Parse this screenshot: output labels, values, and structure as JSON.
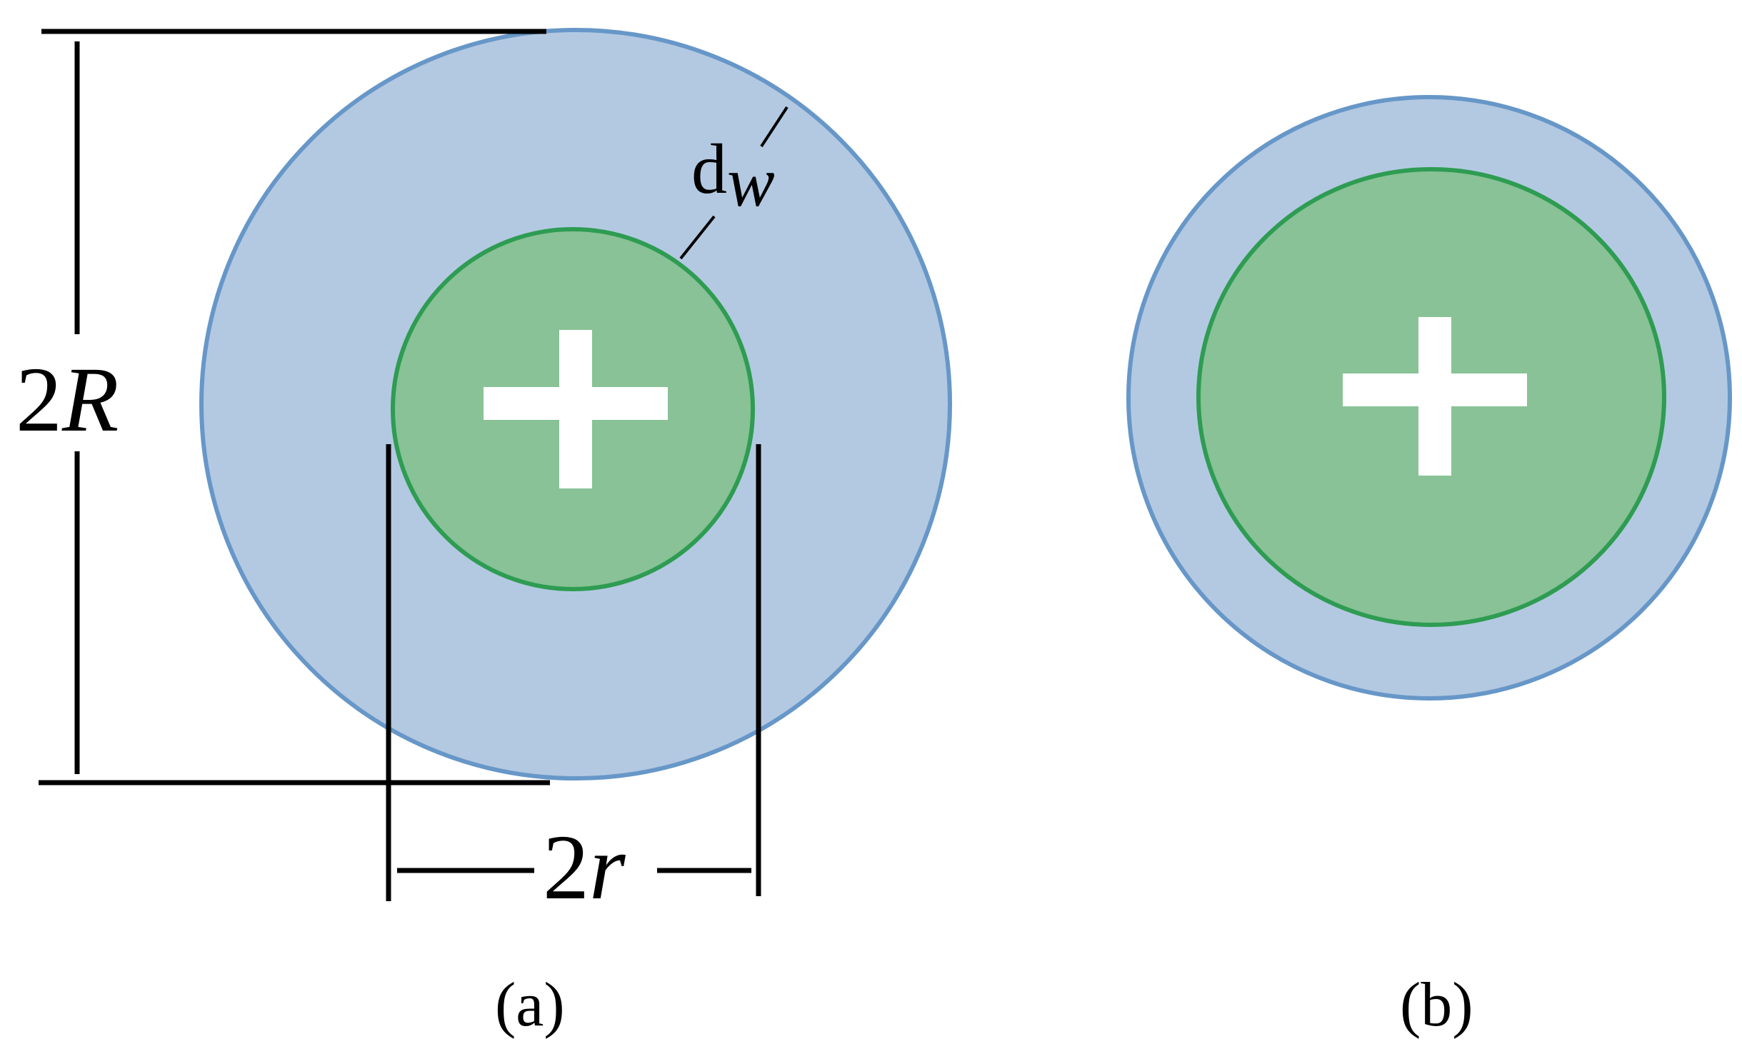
{
  "colors": {
    "outer_fill": "#b3c9e1",
    "outer_stroke": "#6797c8",
    "inner_fill": "#88c296",
    "inner_stroke": "#2e9c52",
    "plus": "#ffffff",
    "dimension_line": "#000000"
  },
  "labels": {
    "outer_diameter_coef": "2",
    "outer_diameter_var": "R",
    "inner_diameter_coef": "2",
    "inner_diameter_var": "r",
    "wall_thickness_base": "d",
    "wall_thickness_sub": "w",
    "panel_a": "(a)",
    "panel_b": "(b)"
  }
}
